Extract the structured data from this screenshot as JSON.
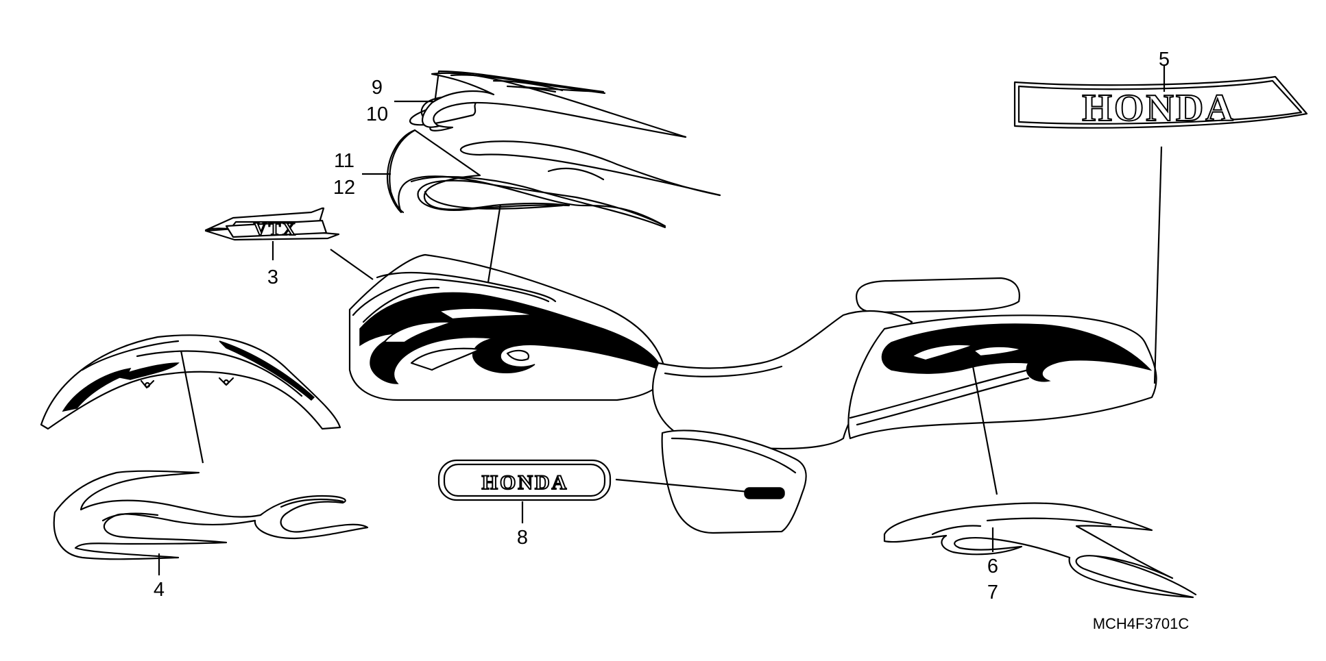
{
  "diagram": {
    "part_code": "MCH4F3701C",
    "callouts": {
      "c3": "3",
      "c4": "4",
      "c5": "5",
      "c6": "6",
      "c7": "7",
      "c8": "8",
      "c9": "9",
      "c10": "10",
      "c11": "11",
      "c12": "12"
    },
    "emblems": {
      "honda_large": "HONDA",
      "honda_small": "HONDA",
      "vtx": "VTX"
    }
  }
}
